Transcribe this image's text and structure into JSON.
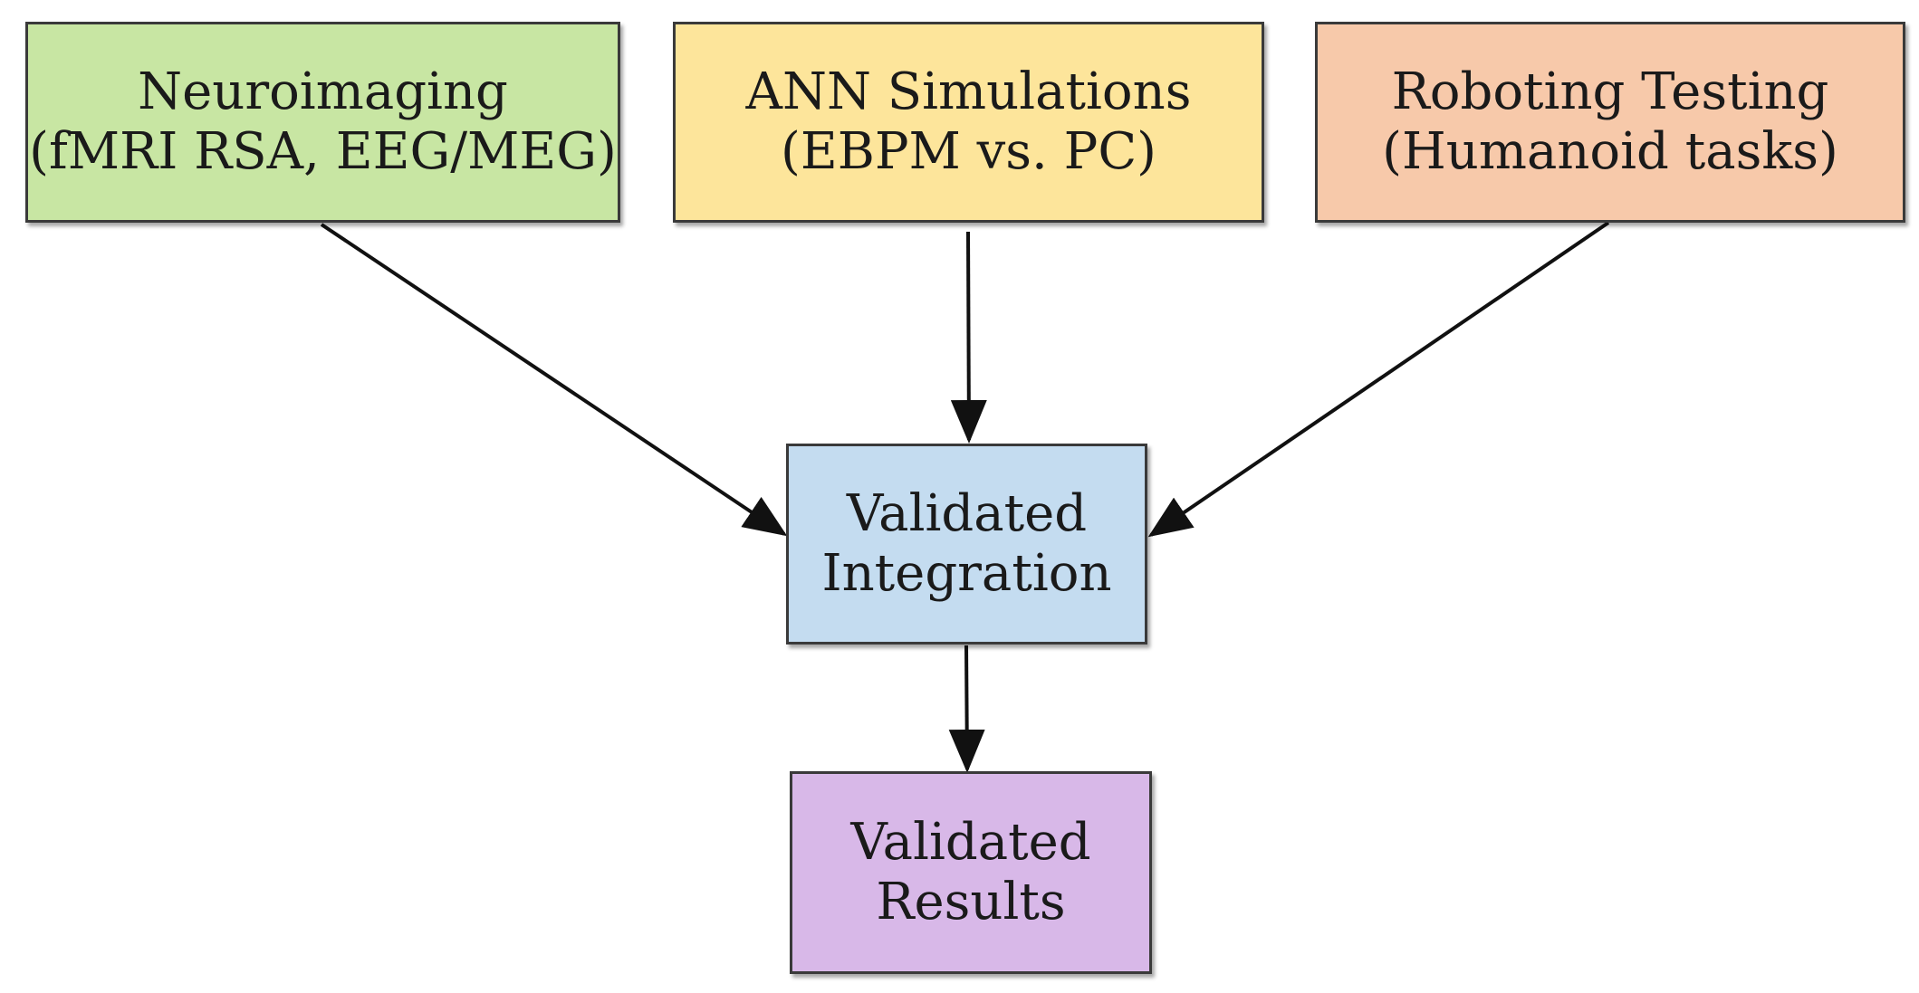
{
  "diagram": {
    "nodes": {
      "neuroimaging": {
        "line1": "Neuroimaging",
        "line2": "(fMRI RSA, EEG/MEG)",
        "fill": "#c8e6a3"
      },
      "ann": {
        "line1": "ANN Simulations",
        "line2": "(EBPM vs. PC)",
        "fill": "#fde59b"
      },
      "robot": {
        "line1": "Roboting Testing",
        "line2": "(Humanoid tasks)",
        "fill": "#f7c9aa"
      },
      "integration": {
        "line1": "Validated",
        "line2": "Integration",
        "fill": "#c4dcf0"
      },
      "results": {
        "line1": "Validated",
        "line2": "Results",
        "fill": "#d8b8e8"
      }
    },
    "edges": [
      {
        "from": "neuroimaging",
        "to": "integration"
      },
      {
        "from": "ann",
        "to": "integration"
      },
      {
        "from": "robot",
        "to": "integration"
      },
      {
        "from": "integration",
        "to": "results"
      }
    ],
    "arrow_color": "#111111"
  }
}
